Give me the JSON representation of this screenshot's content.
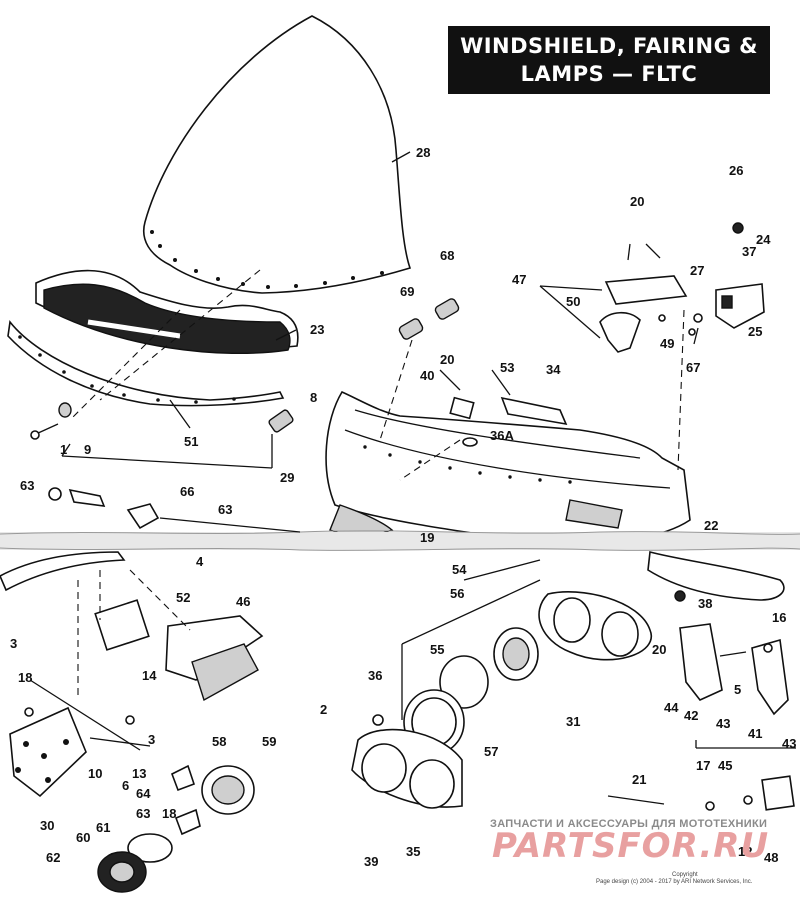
{
  "title": {
    "line1": "WINDSHIELD, FAIRING &",
    "line2": "LAMPS — FLTC"
  },
  "watermark": {
    "tagline": "ЗАПЧАСТИ И АКСЕССУАРЫ ДЛЯ МОТОТЕХНИКИ",
    "logo": "PARTSFOR.RU"
  },
  "copyright": {
    "line1": "Copyright",
    "line2": "Page design (c) 2004 - 2017 by ARI Network Services, Inc."
  },
  "callouts": [
    "28",
    "26",
    "20",
    "24",
    "68",
    "47",
    "27",
    "69",
    "50",
    "37",
    "25",
    "23",
    "20",
    "49",
    "34",
    "40",
    "67",
    "53",
    "8",
    "36A",
    "1",
    "9",
    "51",
    "29",
    "63",
    "66",
    "63",
    "22",
    "19",
    "54",
    "4",
    "56",
    "38",
    "52",
    "46",
    "20",
    "16",
    "3",
    "14",
    "55",
    "36",
    "18",
    "44",
    "42",
    "43",
    "5",
    "41",
    "43",
    "2",
    "58",
    "31",
    "3",
    "59",
    "57",
    "10",
    "6",
    "13",
    "45",
    "64",
    "17",
    "21",
    "63",
    "18",
    "30",
    "61",
    "35",
    "12",
    "60",
    "62",
    "39",
    "48"
  ]
}
